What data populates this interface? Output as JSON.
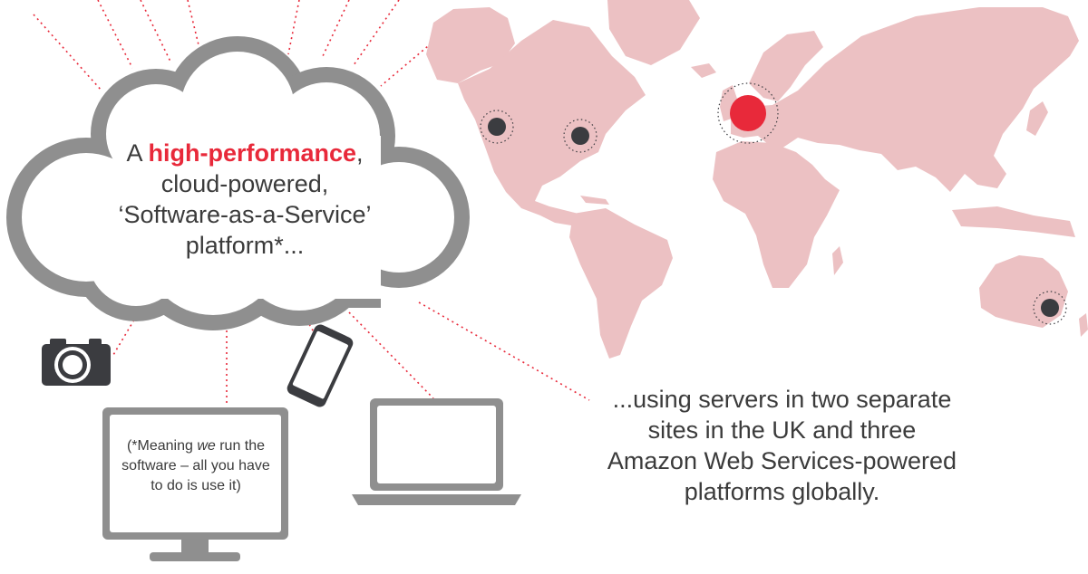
{
  "cloud": {
    "pre": "A ",
    "highlight": "high-performance",
    "post": ",",
    "line2": "cloud-powered,",
    "line3": "‘Software-as-a-Service’",
    "line4": "platform*..."
  },
  "note": {
    "pre": "(*Meaning ",
    "em": "we",
    "post": " run the software – all you have to do is use it)"
  },
  "caption": {
    "line1": "...using servers in two separate",
    "line2": "sites in the UK and three",
    "line3": "Amazon Web Services-powered",
    "line4": "platforms globally."
  },
  "colors": {
    "accent": "#e8293a",
    "map": "#ecc1c3",
    "device_gray": "#8f8f8f",
    "marker_dark": "#3b3c40",
    "text": "#3b3b3b"
  },
  "icons": [
    "cloud-icon",
    "camera-icon",
    "smartphone-icon",
    "laptop-icon",
    "monitor-icon",
    "world-map"
  ]
}
